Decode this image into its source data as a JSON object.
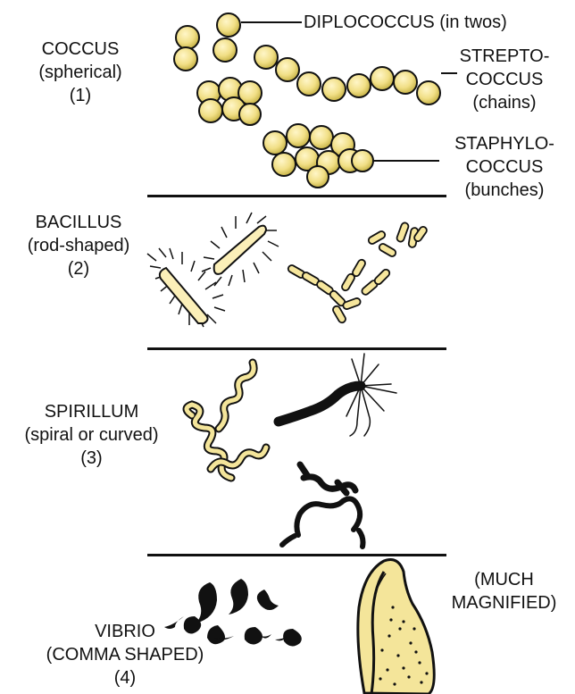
{
  "colors": {
    "cell_fill": "#f4e59a",
    "cell_shadow": "#c9b548",
    "ink": "#111111",
    "background": "#ffffff"
  },
  "sections": {
    "coccus": {
      "line1": "COCCUS",
      "line2": "(spherical)",
      "line3": "(1)"
    },
    "bacillus": {
      "line1": "BACILLUS",
      "line2": "(rod-shaped)",
      "line3": "(2)"
    },
    "spirillum": {
      "line1": "SPIRILLUM",
      "line2": "(spiral or curved)",
      "line3": "(3)"
    },
    "vibrio": {
      "line1": "VIBRIO",
      "line2": "(COMMA SHAPED)",
      "line3": "(4)"
    }
  },
  "callouts": {
    "diplococcus": "DIPLOCOCCUS (in twos)",
    "streptococcus": {
      "line1": "STREPTO-",
      "line2": "COCCUS",
      "line3": "(chains)"
    },
    "staphylococcus": {
      "line1": "STAPHYLO-",
      "line2": "COCCUS",
      "line3": "(bunches)"
    },
    "magnified": {
      "line1": "(MUCH",
      "line2": "MAGNIFIED)"
    }
  }
}
